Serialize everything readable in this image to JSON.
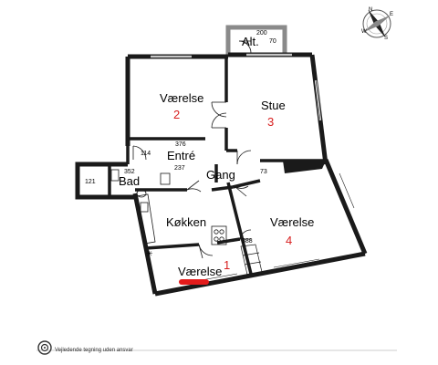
{
  "rooms": {
    "alt": "Alt.",
    "vaerelse2": "Værelse",
    "vaerelse2_num": "2",
    "stue": "Stue",
    "stue_num": "3",
    "entre": "Entré",
    "gang": "Gang",
    "bad": "Bad",
    "koekken": "Køkken",
    "vaerelse4": "Værelse",
    "vaerelse4_num": "4",
    "vaerelse1": "Værelse",
    "vaerelse1_num": "1"
  },
  "dims": {
    "d200": "200",
    "d70": "70",
    "d376": "376",
    "d114": "114",
    "d352": "352",
    "d237": "237",
    "d121": "121",
    "d73": "73",
    "d388": "388"
  },
  "compass": {
    "labels": [
      "N",
      "E",
      "S",
      "W"
    ]
  },
  "footer": {
    "disclaimer": "Vejledende tegning uden ansvar"
  },
  "colors": {
    "wall": "#1a1a1a",
    "balcony": "#8a8a8a",
    "highlight": "#e31b1b"
  }
}
